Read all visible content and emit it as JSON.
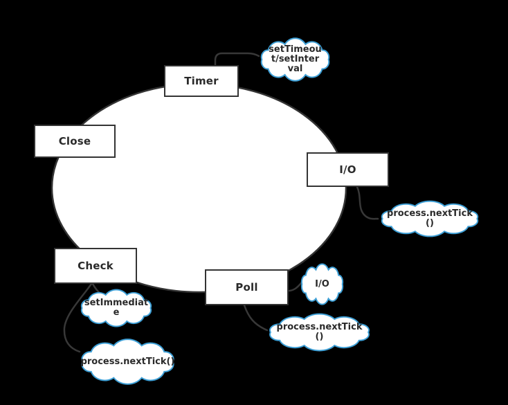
{
  "title": "Node.js event loop diagram",
  "colors": {
    "background": "#000000",
    "node_fill": "#ffffff",
    "node_border": "#333333",
    "cloud_border": "#3d9fd6",
    "connector": "#383838",
    "text": "#2a2a2a"
  },
  "nodes": {
    "timer": {
      "label": "Timer"
    },
    "close": {
      "label": "Close"
    },
    "io": {
      "label": "I/O"
    },
    "check": {
      "label": "Check"
    },
    "poll": {
      "label": "Poll"
    }
  },
  "clouds": {
    "settimeout": {
      "label": "setTimeou\nt/setInter\nval"
    },
    "nexttick_io": {
      "label": "process.nextTick\n()"
    },
    "io": {
      "label": "I/O"
    },
    "nexttick_poll": {
      "label": "process.nextTick\n()"
    },
    "setimmediate": {
      "label": "setImmediat\ne"
    },
    "nexttick_check": {
      "label": "process.nextTick()"
    }
  }
}
